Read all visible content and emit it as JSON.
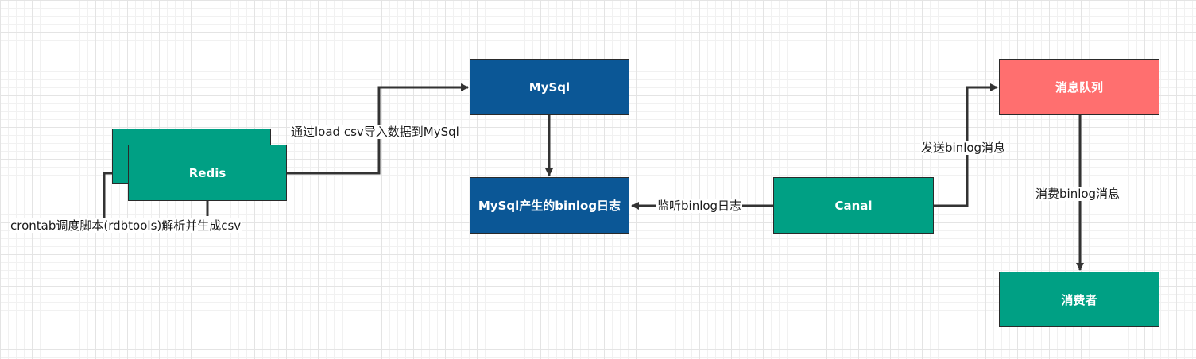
{
  "nodes": {
    "redis": "Redis",
    "mysql": "MySql",
    "binlog": "MySql产生的binlog日志",
    "canal": "Canal",
    "mq": "消息队列",
    "consumer": "消费者"
  },
  "edge_labels": {
    "load_csv": "通过load csv导入数据到MySql",
    "crontab": "crontab调度脚本(rdbtools)解析并生成csv",
    "listen": "监听binlog日志",
    "send": "发送binlog消息",
    "consume": "消费binlog消息"
  },
  "colors": {
    "green": "#00a084",
    "blue": "#0b5796",
    "red": "#ff6f6f"
  }
}
